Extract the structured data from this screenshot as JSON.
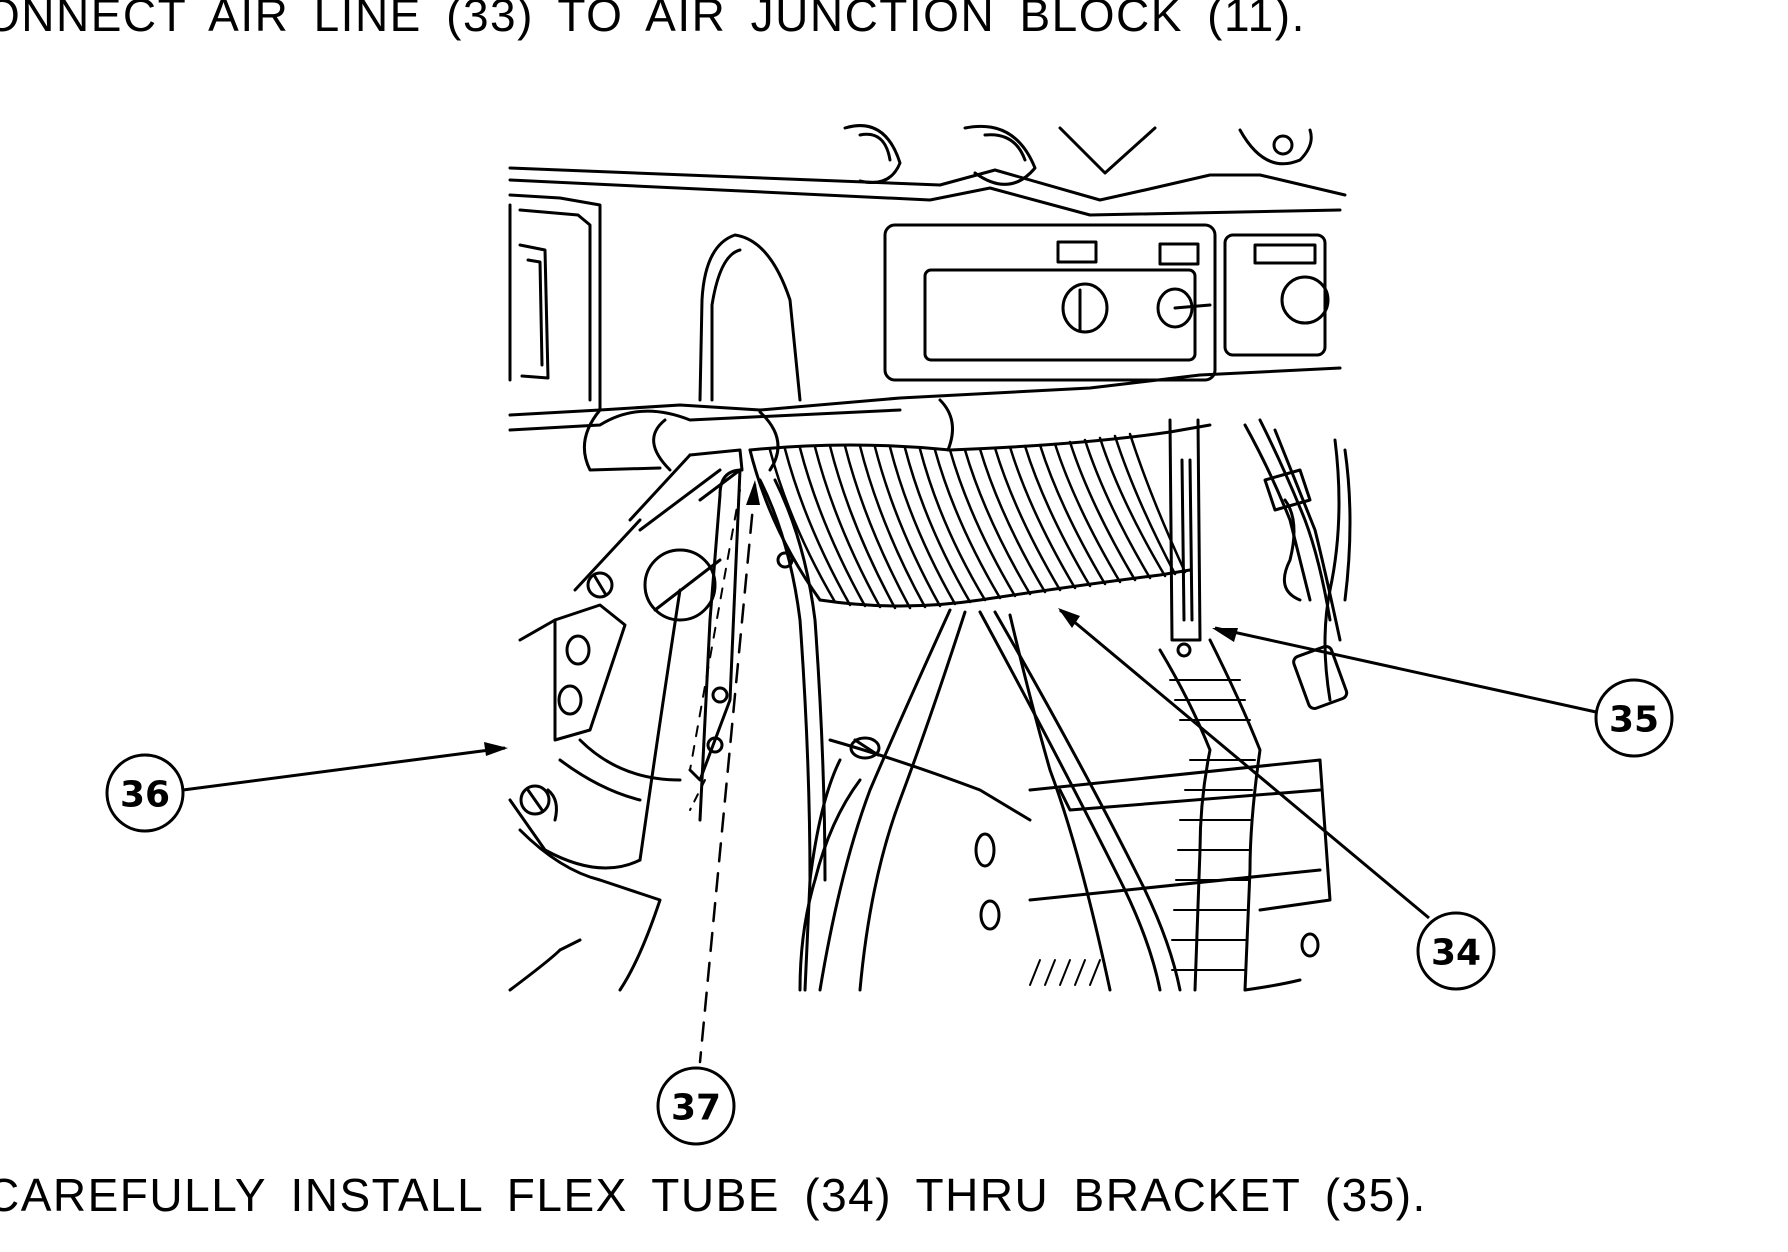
{
  "instructions": {
    "top_step": "ONNECT AIR LINE (33) TO AIR JUNCTION BLOCK (11).",
    "bottom_step": "CAREFULLY INSTALL FLEX TUBE (34) THRU BRACKET (35)."
  },
  "illustration": {
    "callouts": {
      "flex_tube": "34",
      "bracket": "35",
      "item_36": "36",
      "item_37": "37"
    }
  }
}
